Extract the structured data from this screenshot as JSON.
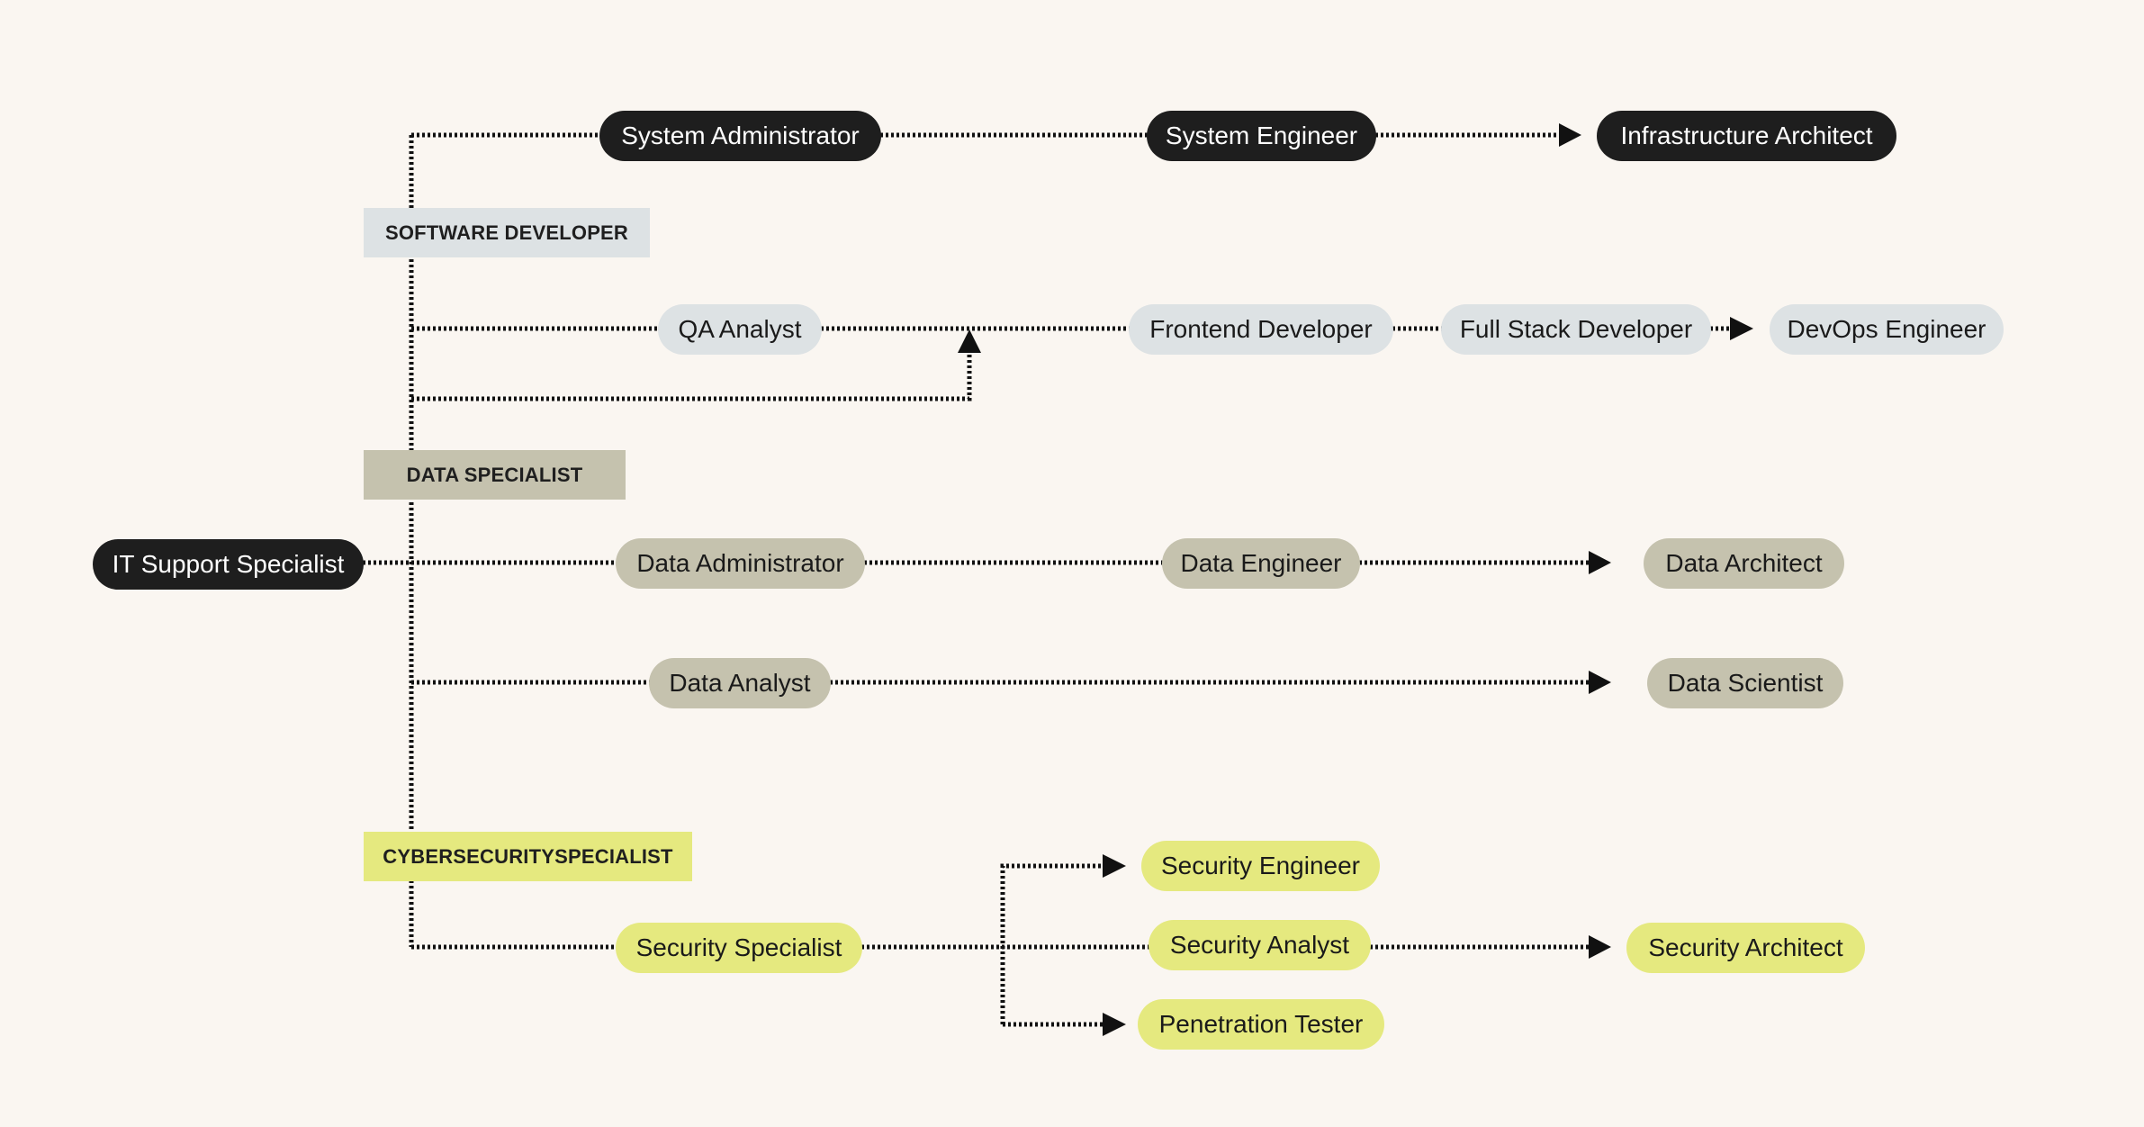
{
  "sections": {
    "software": "SOFTWARE DEVELOPER",
    "data": "DATA SPECIALIST",
    "security": "CYBERSECURITYSPECIALIST"
  },
  "roles": {
    "it_support": "IT Support Specialist",
    "system_administrator": "System Administrator",
    "system_engineer": "System Engineer",
    "infrastructure_architect": "Infrastructure Architect",
    "qa_analyst": "QA Analyst",
    "frontend_developer": "Frontend Developer",
    "full_stack_developer": "Full Stack Developer",
    "devops_engineer": "DevOps Engineer",
    "data_administrator": "Data Administrator",
    "data_engineer": "Data Engineer",
    "data_architect": "Data Architect",
    "data_analyst": "Data Analyst",
    "data_scientist": "Data Scientist",
    "security_specialist": "Security Specialist",
    "security_engineer": "Security Engineer",
    "security_analyst": "Security Analyst",
    "penetration_tester": "Penetration Tester",
    "security_architect": "Security Architect"
  },
  "colors": {
    "background": "#faf6f1",
    "dark": "#1e1e1e",
    "software": "#dde2e4",
    "data": "#c5c2ae",
    "security": "#e5e97f"
  }
}
